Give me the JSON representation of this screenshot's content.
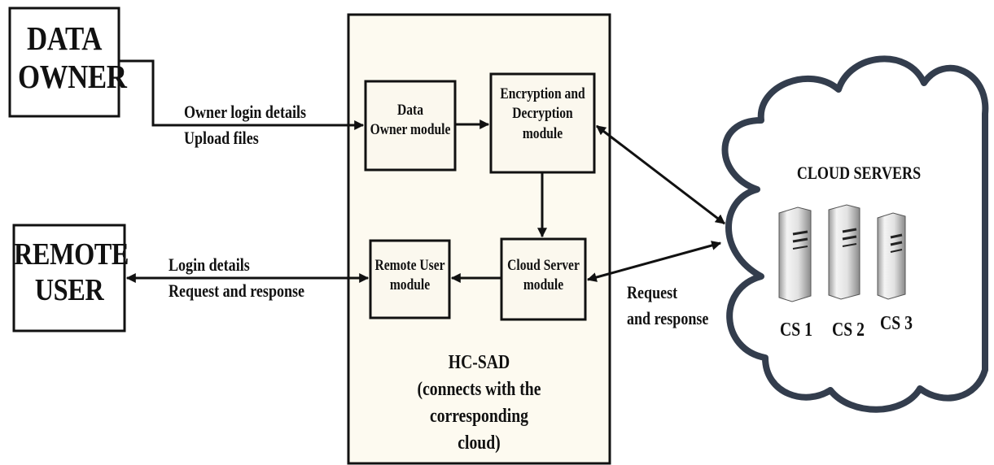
{
  "data_owner": {
    "line1": "DATA",
    "line2": "OWNER"
  },
  "remote_user": {
    "line1": "REMOTE",
    "line2": "USER"
  },
  "modules": {
    "data_owner": {
      "line1": "Data",
      "line2": "Owner module"
    },
    "encryption": {
      "line1": "Encryption and",
      "line2": "Decryption",
      "line3": "module"
    },
    "remote_user": {
      "line1": "Remote User",
      "line2": "module"
    },
    "cloud_server": {
      "line1": "Cloud Server",
      "line2": "module"
    }
  },
  "hc_sad": {
    "title": "HC-SAD",
    "subtitle_line1": "(connects with the corresponding",
    "subtitle_line2": "cloud)"
  },
  "edges": {
    "owner_login": "Owner login details",
    "upload_files": "Upload files",
    "login_details": "Login details",
    "request_response": "Request and response",
    "cloud_request": "Request",
    "cloud_response": "and response"
  },
  "cloud": {
    "title": "CLOUD SERVERS",
    "servers": [
      "CS 1",
      "CS 2",
      "CS 3"
    ]
  },
  "colors": {
    "module_fill": "#fbf8ee",
    "hc_sad_fill": "#fdfaf0",
    "cloud_fill": "#ffffff",
    "cloud_stroke": "#333d4d",
    "line": "#111111",
    "server_light": "#f2f2f2",
    "server_dark": "#8c8c8c"
  }
}
